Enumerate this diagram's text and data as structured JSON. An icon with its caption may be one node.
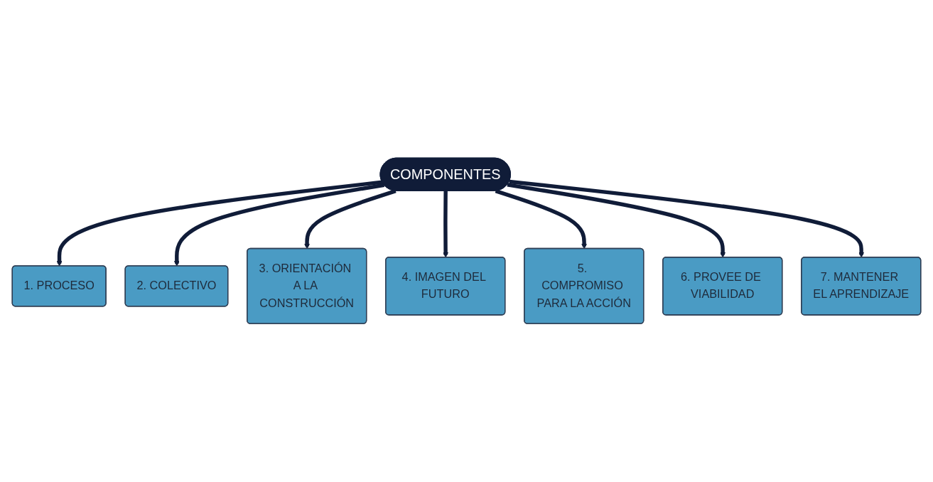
{
  "diagram": {
    "nodes": [
      {
        "text": [
          "COMPONENTES"
        ]
      },
      {
        "text": [
          "1. PROCESO"
        ]
      },
      {
        "text": [
          "2. COLECTIVO"
        ]
      },
      {
        "text": [
          "3. ORIENTACIÓN A LA CONSTRUCCIÓN"
        ]
      },
      {
        "text": [
          "4. IMAGEN DEL FUTURO"
        ]
      },
      {
        "text": [
          "5. COMPROMISO PARA LA ACCIÓN"
        ]
      },
      {
        "text": [
          "6. PROVEE DE VIABILIDAD"
        ]
      },
      {
        "text": [
          "7. MANTENER EL APRENDIZAJE"
        ]
      }
    ],
    "edges": [
      {
        "from": 0,
        "to": 1,
        "arrow": "to"
      },
      {
        "from": 0,
        "to": 2,
        "arrow": "to"
      },
      {
        "from": 0,
        "to": 3,
        "arrow": "to"
      },
      {
        "from": 0,
        "to": 4,
        "arrow": "to"
      },
      {
        "from": 0,
        "to": 5,
        "arrow": "to"
      },
      {
        "from": 0,
        "to": 6,
        "arrow": "to"
      },
      {
        "from": 0,
        "to": 7,
        "arrow": "to"
      }
    ]
  }
}
